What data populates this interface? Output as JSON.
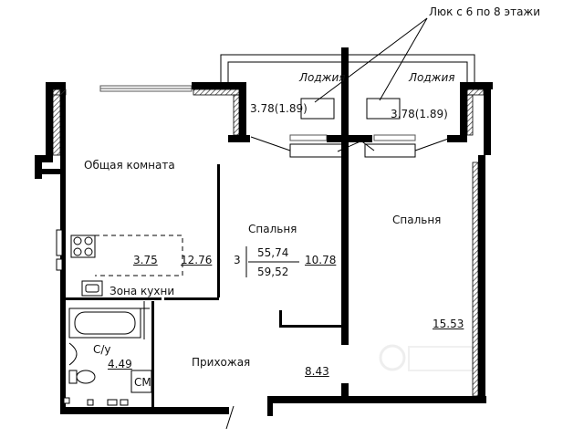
{
  "note": {
    "text": "Люк с 6  по 8 этажи"
  },
  "rooms": {
    "loggia_left": {
      "name": "Лоджия",
      "area": "3.78(1.89)"
    },
    "loggia_right": {
      "name": "Лоджия",
      "area": "3.78(1.89)"
    },
    "living_room": {
      "name": "Общая комната",
      "area": "12.76"
    },
    "kitchen_zone": {
      "name": "Зона кухни",
      "area": "3.75"
    },
    "bedroom_mid": {
      "name": "Спальня",
      "area": "10.78"
    },
    "bedroom_right": {
      "name": "Спальня",
      "area": "15.53"
    },
    "bathroom": {
      "name": "С/у",
      "area": "4.49"
    },
    "hallway": {
      "name": "Прихожая",
      "area": "8.43"
    },
    "laundry": {
      "name": "СМ"
    }
  },
  "apartment": {
    "rooms_count": "3",
    "living_area": "55,74",
    "total_area": "59,52"
  },
  "colors": {
    "wall": "#000000",
    "hatch": "#333333",
    "window": "#555555",
    "watermark": "#dddddd"
  },
  "icons": [
    "stove-icon",
    "sink-icon",
    "bathtub-icon",
    "toilet-icon",
    "washbasin-icon",
    "radiator-icon"
  ]
}
